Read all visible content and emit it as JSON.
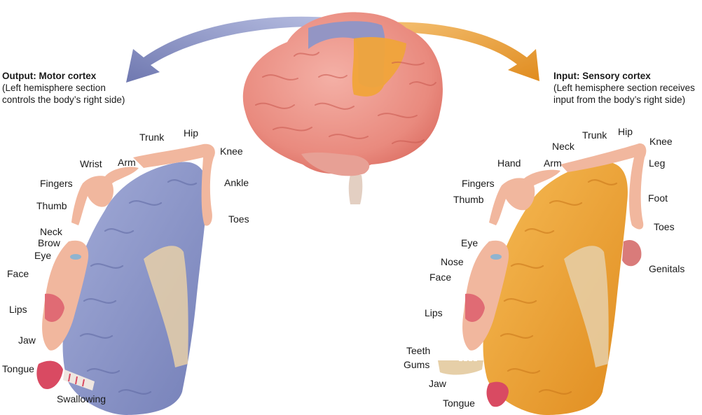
{
  "colors": {
    "motor": "#8b95c9",
    "motor_dark": "#6f78b0",
    "sensory": "#f0a43a",
    "sensory_dark": "#d8841c",
    "brain": "#ea8b80",
    "skin": "#f1b79e",
    "bone": "#e6cfa8",
    "tongue": "#d94a62"
  },
  "motor": {
    "title": "Output: Motor cortex",
    "line1": "(Left hemisphere section",
    "line2": "controls the body’s right side)",
    "labels": {
      "trunk": "Trunk",
      "hip": "Hip",
      "knee": "Knee",
      "wrist": "Wrist",
      "arm": "Arm",
      "ankle": "Ankle",
      "fingers": "Fingers",
      "thumb": "Thumb",
      "toes": "Toes",
      "neck": "Neck",
      "brow": "Brow",
      "eye": "Eye",
      "face": "Face",
      "lips": "Lips",
      "jaw": "Jaw",
      "tongue": "Tongue",
      "swallowing": "Swallowing"
    }
  },
  "sensory": {
    "title": "Input: Sensory cortex",
    "line1": "(Left hemisphere section receives",
    "line2": "input from the body’s right side)",
    "labels": {
      "trunk": "Trunk",
      "hip": "Hip",
      "neck": "Neck",
      "knee": "Knee",
      "hand": "Hand",
      "arm": "Arm",
      "leg": "Leg",
      "fingers": "Fingers",
      "thumb": "Thumb",
      "foot": "Foot",
      "toes": "Toes",
      "eye": "Eye",
      "nose": "Nose",
      "genitals": "Genitals",
      "face": "Face",
      "lips": "Lips",
      "teeth_gums_1": "Teeth",
      "teeth_gums_2": "Gums",
      "jaw": "Jaw",
      "tongue": "Tongue"
    }
  }
}
